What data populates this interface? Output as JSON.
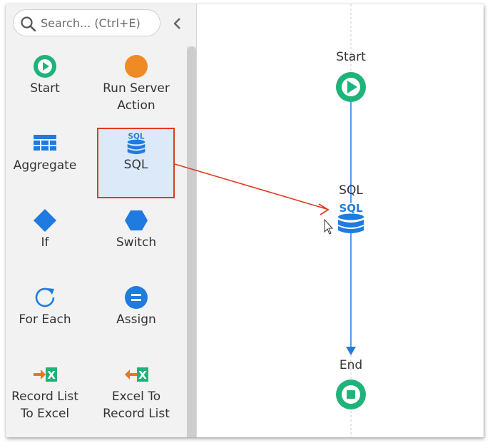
{
  "search": {
    "placeholder": "Search... (Ctrl+E)"
  },
  "toolbox": {
    "items": [
      {
        "label": "Start",
        "icon": "start-icon"
      },
      {
        "label": "Run Server Action",
        "icon": "run-server-action-icon"
      },
      {
        "label": "Aggregate",
        "icon": "aggregate-icon"
      },
      {
        "label": "SQL",
        "icon": "sql-icon",
        "selected": true
      },
      {
        "label": "If",
        "icon": "if-icon"
      },
      {
        "label": "Switch",
        "icon": "switch-icon"
      },
      {
        "label": "For Each",
        "icon": "for-each-icon"
      },
      {
        "label": "Assign",
        "icon": "assign-icon"
      },
      {
        "label": "Record List To Excel",
        "icon": "record-list-to-excel-icon"
      },
      {
        "label": "Excel To Record List",
        "icon": "excel-to-record-list-icon"
      }
    ]
  },
  "flow": {
    "start_label": "Start",
    "sql_label": "SQL",
    "sql_icon_text": "SQL",
    "end_label": "End"
  },
  "icon_text": {
    "sql": "SQL",
    "excel": "X"
  },
  "colors": {
    "green": "#1fb37a",
    "orange": "#f08a24",
    "blue": "#1f7be0",
    "highlight": "#e03a1e",
    "selection_bg": "#dbe9f8",
    "excel_arrow": "#e8771e",
    "excel_green": "#1fb37a"
  }
}
